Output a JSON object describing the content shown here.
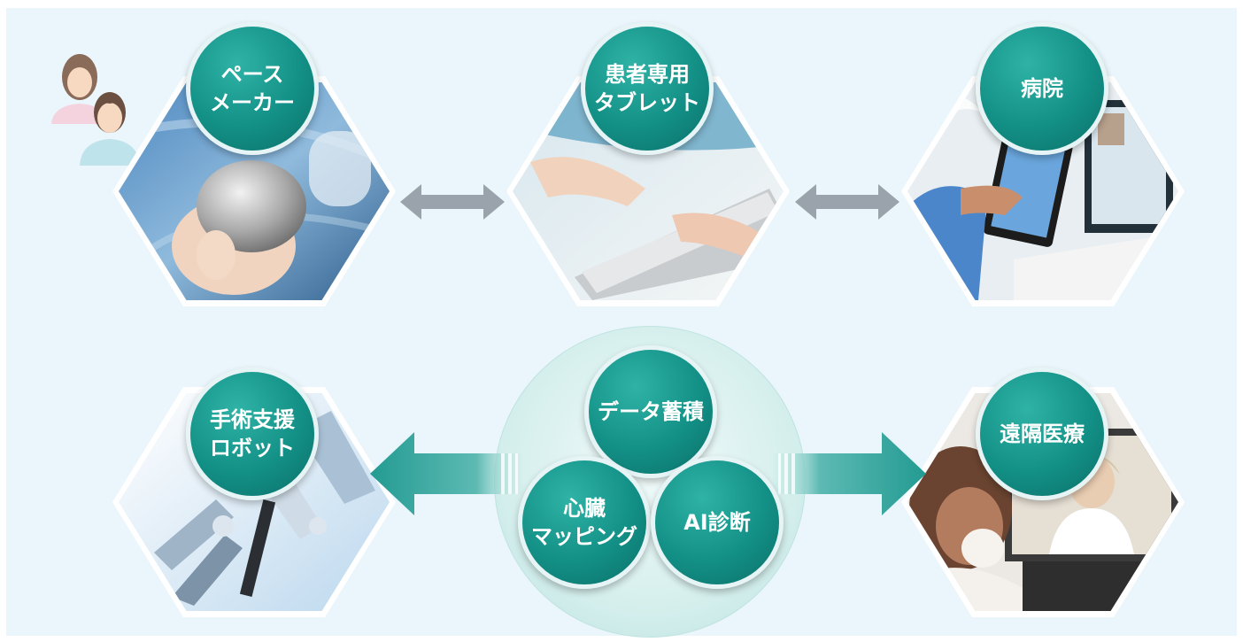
{
  "colors": {
    "background": "#eaf6fb",
    "badge_teal": "#139086",
    "arrow_gray": "#9aa3ab",
    "big_arrow_teal": "#2a9d94"
  },
  "nodes": {
    "pacemaker": {
      "line1": "ペース",
      "line2": "メーカー"
    },
    "tablet": {
      "line1": "患者専用",
      "line2": "タブレット"
    },
    "hospital": {
      "line1": "病院"
    },
    "robot": {
      "line1": "手術支援",
      "line2": "ロボット"
    },
    "telemedicine": {
      "line1": "遠隔医療"
    }
  },
  "hub": {
    "data": {
      "line1": "データ蓄積"
    },
    "mapping": {
      "line1": "心臓",
      "line2": "マッピング"
    },
    "ai": {
      "line1": "AI診断"
    }
  },
  "icons": [
    "patient-avatars-icon",
    "double-arrow-icon",
    "right-arrow-icon",
    "left-arrow-icon"
  ]
}
